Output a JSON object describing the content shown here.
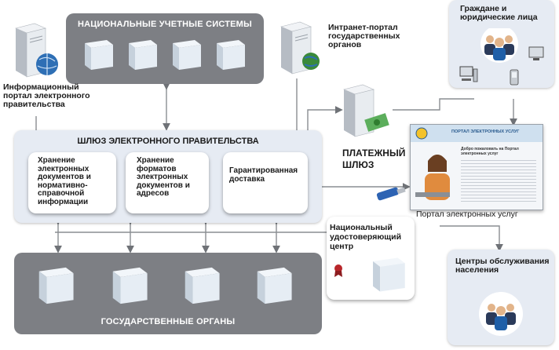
{
  "national_systems": {
    "title": "НАЦИОНАЛЬНЫЕ УЧЕТНЫЕ СИСТЕМЫ"
  },
  "info_portal": {
    "label": "Информационный портал электронного правительства"
  },
  "intranet_portal": {
    "label": "Интранет-портал государственных органов"
  },
  "citizens": {
    "label": "Граждане и юридические лица"
  },
  "payment_gateway": {
    "label": "ПЛАТЕЖНЫЙ ШЛЮЗ"
  },
  "gateway": {
    "title": "ШЛЮЗ ЭЛЕКТРОННОГО ПРАВИТЕЛЬСТВА",
    "cards": [
      {
        "label": "Хранение электронных документов и нормативно-справочной информации"
      },
      {
        "label": "Хранение форматов электронных документов и адресов"
      },
      {
        "label": "Гарантированная доставка"
      }
    ]
  },
  "services_portal": {
    "label": "Портал электронных услуг",
    "screen_header": "ПОРТАЛ ЭЛЕКТРОННЫХ УСЛУГ",
    "screen_welcome": "Добро пожаловать на Портал электронных услуг"
  },
  "certification_center": {
    "label": "Национальный удостоверяющий центр"
  },
  "service_centers": {
    "label": "Центры обслуживания населения"
  },
  "government_bodies": {
    "title": "ГОСУДАРСТВЕННЫЕ ОРГАНЫ"
  },
  "colors": {
    "band": "#7d7f84",
    "panel": "#e6ebf3",
    "line": "#8a8d92",
    "cube": "#dfe7ef"
  }
}
